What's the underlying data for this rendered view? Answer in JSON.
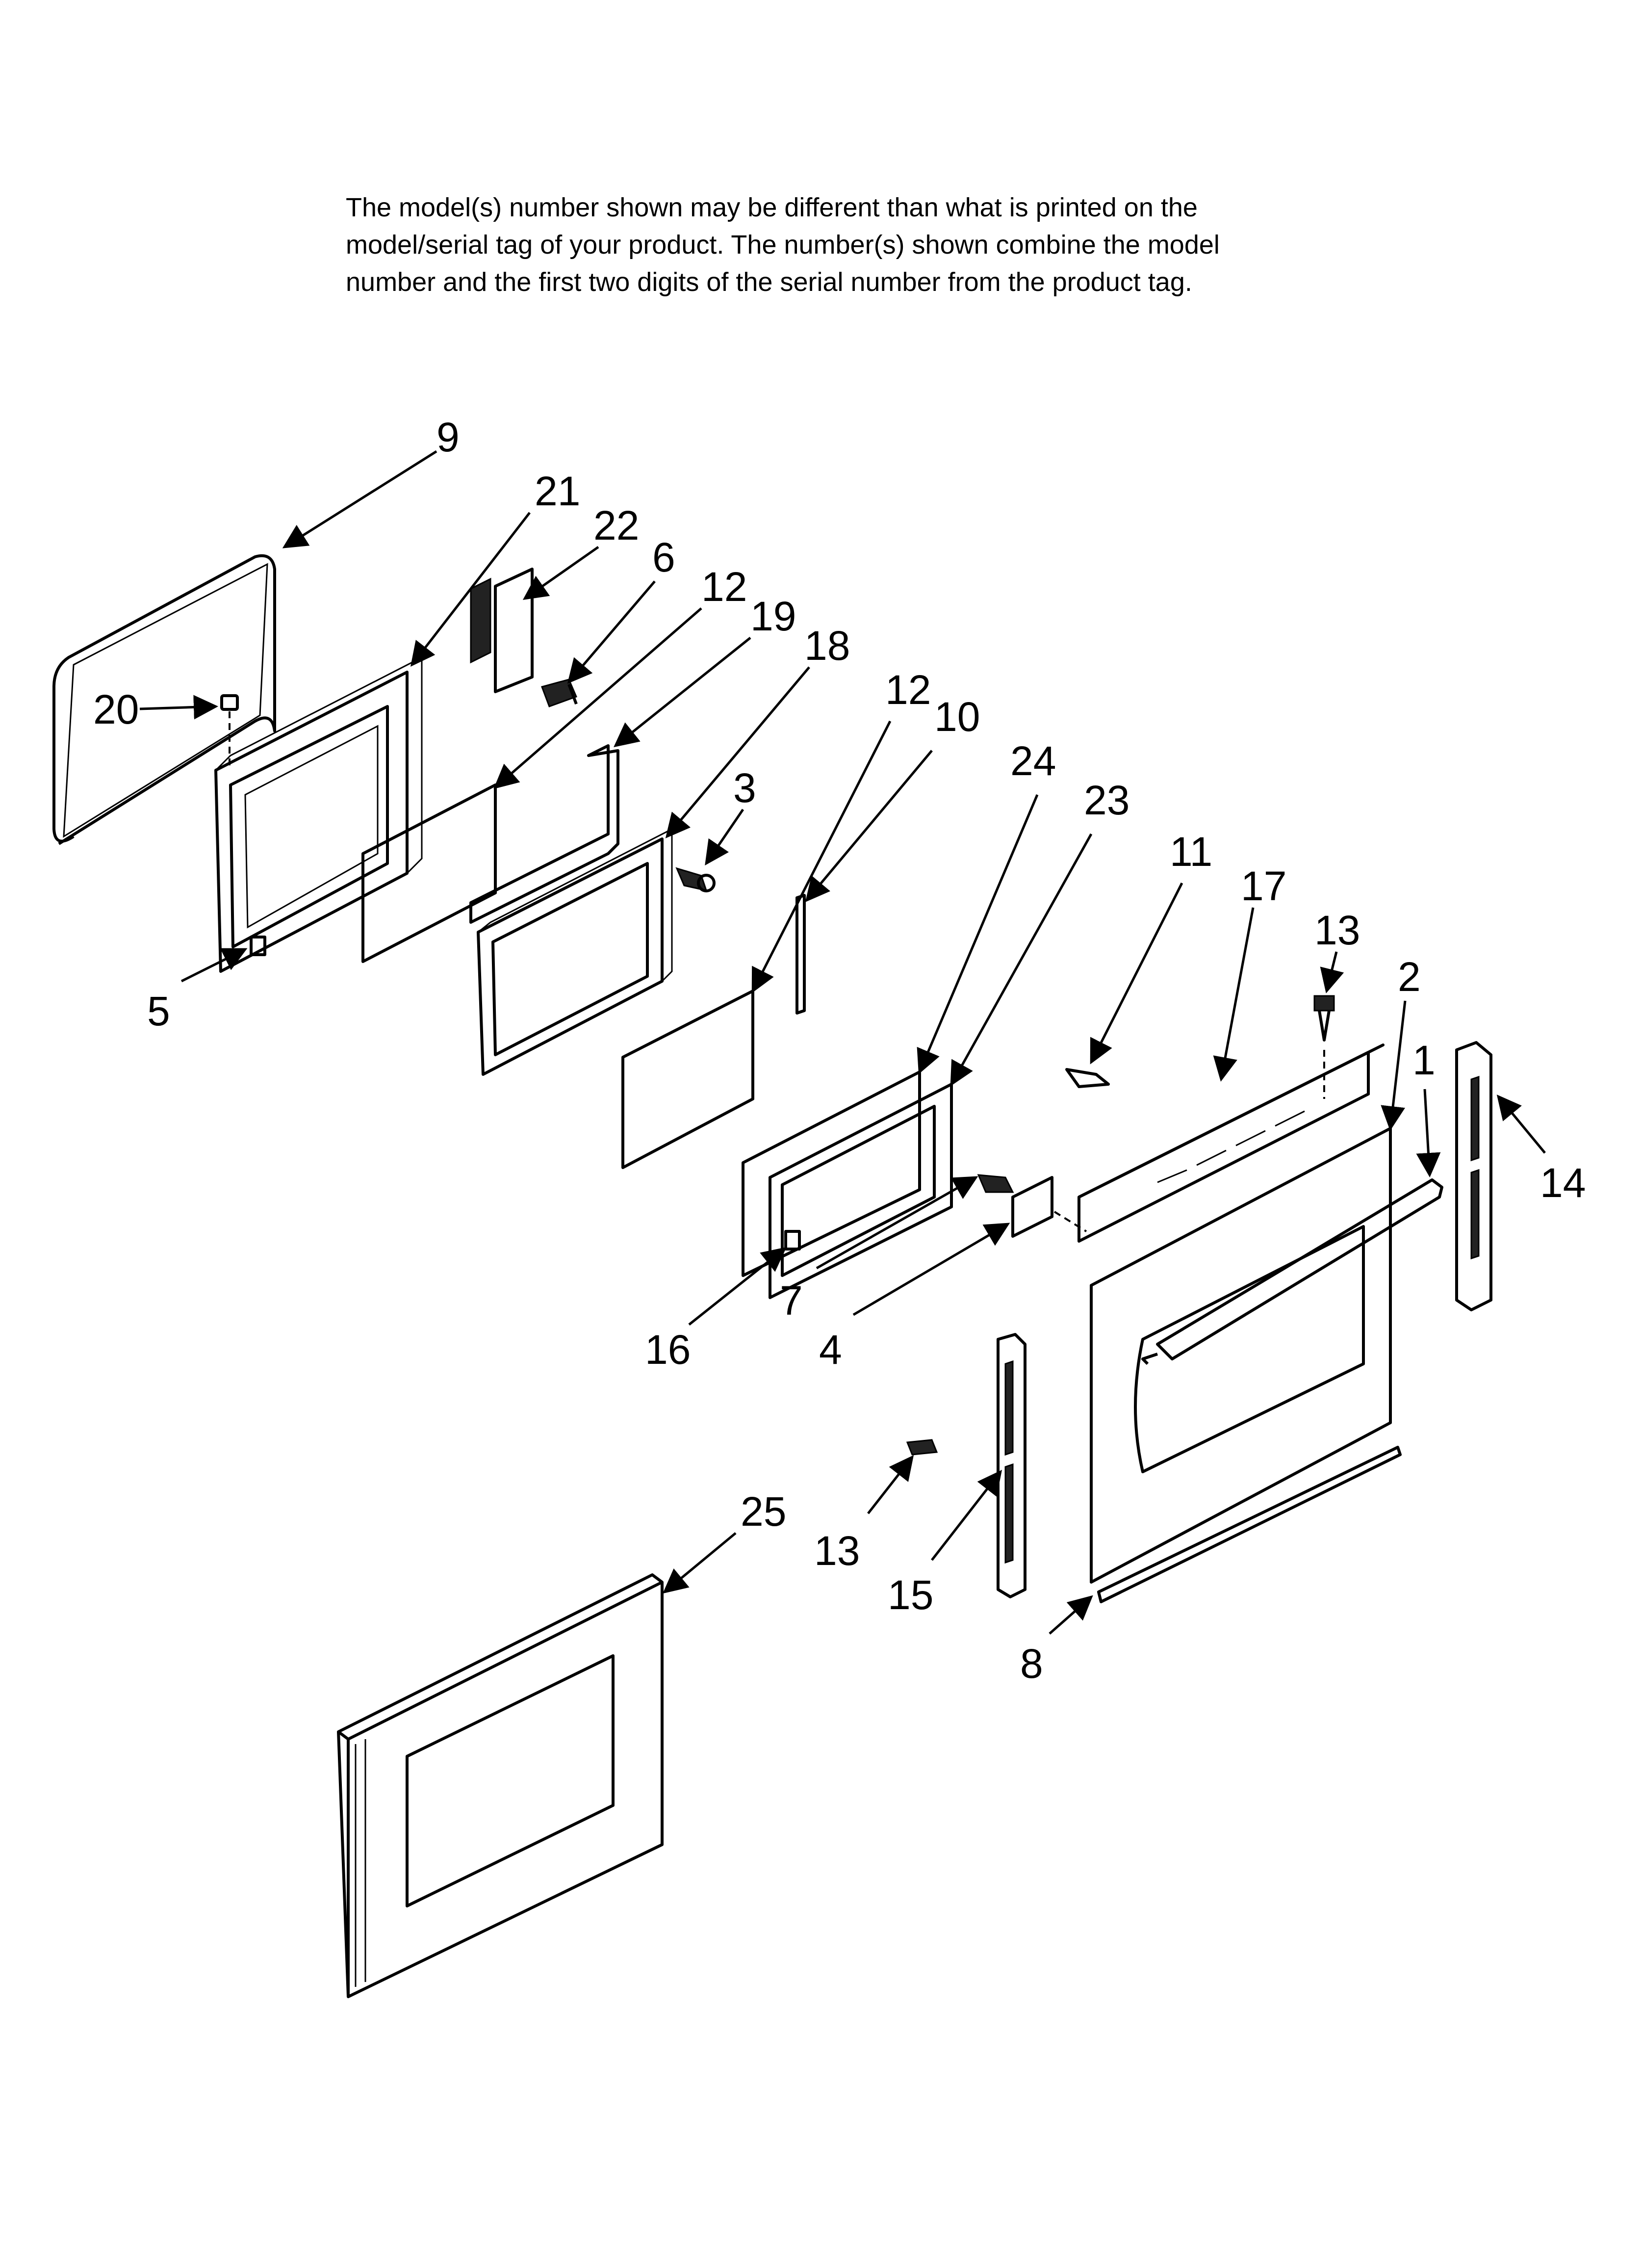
{
  "note": {
    "lines": [
      "The model(s) number shown may be different than what is printed on the",
      "model/serial tag of your product. The number(s) shown combine the model",
      "number and the first two digits of the serial number from the product tag."
    ]
  },
  "callouts": [
    {
      "id": "c9",
      "label": "9"
    },
    {
      "id": "c21",
      "label": "21"
    },
    {
      "id": "c22",
      "label": "22"
    },
    {
      "id": "c6",
      "label": "6"
    },
    {
      "id": "c12a",
      "label": "12"
    },
    {
      "id": "c19",
      "label": "19"
    },
    {
      "id": "c18",
      "label": "18"
    },
    {
      "id": "c12b",
      "label": "12"
    },
    {
      "id": "c10",
      "label": "10"
    },
    {
      "id": "c24",
      "label": "24"
    },
    {
      "id": "c23",
      "label": "23"
    },
    {
      "id": "c20",
      "label": "20"
    },
    {
      "id": "c3",
      "label": "3"
    },
    {
      "id": "c11",
      "label": "11"
    },
    {
      "id": "c17",
      "label": "17"
    },
    {
      "id": "c13a",
      "label": "13"
    },
    {
      "id": "c2",
      "label": "2"
    },
    {
      "id": "c1",
      "label": "1"
    },
    {
      "id": "c14",
      "label": "14"
    },
    {
      "id": "c5",
      "label": "5"
    },
    {
      "id": "c16",
      "label": "16"
    },
    {
      "id": "c7",
      "label": "7"
    },
    {
      "id": "c4",
      "label": "4"
    },
    {
      "id": "c25",
      "label": "25"
    },
    {
      "id": "c13b",
      "label": "13"
    },
    {
      "id": "c15",
      "label": "15"
    },
    {
      "id": "c8",
      "label": "8"
    }
  ]
}
